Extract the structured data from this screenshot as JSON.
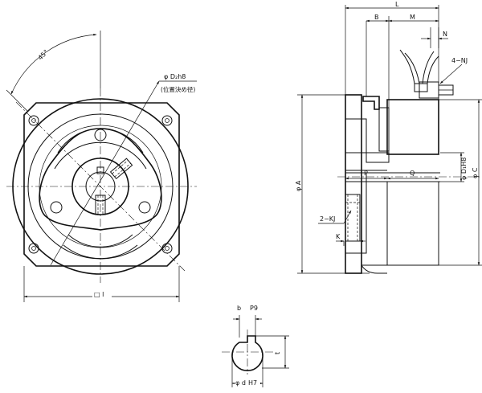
{
  "front_view": {
    "angle_label": "45°",
    "bore_dim_label": "φ D₂h8",
    "bore_dim_note": "(位置決め径)",
    "width_label": "□ l"
  },
  "side_view": {
    "length_label": "L",
    "b_label": "B",
    "m_label": "M",
    "n_label": "N",
    "nj_label": "4−NJ",
    "a_label": "φ A",
    "c_label": "φ C",
    "d1_label": "φ D₁H8",
    "p_label": "P",
    "q_label": "Q",
    "kj_label": "2−KJ",
    "k_label": "K"
  },
  "keyway_view": {
    "b_label": "b",
    "p9_label": "P9",
    "t_label": "t",
    "d_label": "φ d",
    "h7_label": "H7"
  }
}
